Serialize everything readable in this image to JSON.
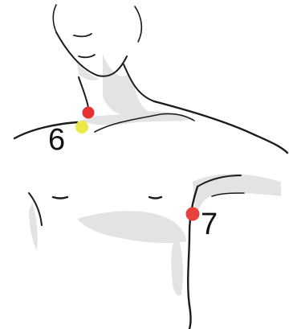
{
  "markers": [
    {
      "id": "red-dot-upper",
      "color": "#e63232",
      "label": ""
    },
    {
      "id": "point-6",
      "color": "#ebe84a",
      "label": "6"
    },
    {
      "id": "point-7",
      "color": "#e8403c",
      "label": "7"
    }
  ],
  "colors": {
    "ink": "#1c1c1c",
    "shading": "#e3e3e3",
    "background": "#ffffff"
  }
}
